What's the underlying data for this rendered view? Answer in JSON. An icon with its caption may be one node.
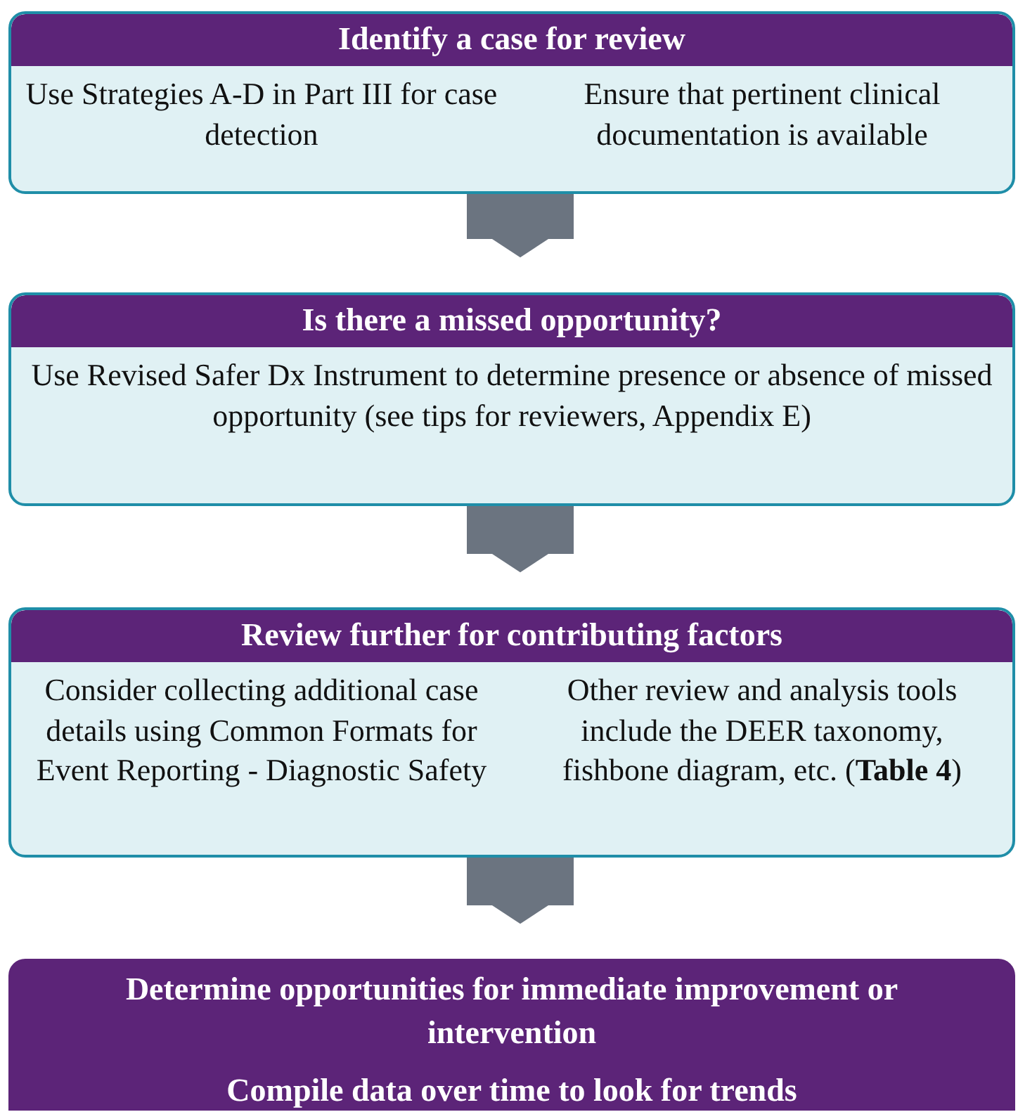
{
  "diagram": {
    "nodes": [
      {
        "text": [
          "Identify a case for review",
          "Use Strategies A-D in Part III for case detection",
          "Ensure that pertinent clinical documentation is available"
        ]
      },
      {
        "text": [
          "Is there a missed opportunity?",
          "Use Revised Safer Dx Instrument to determine presence or absence of missed opportunity (see tips for reviewers, Appendix E)"
        ]
      },
      {
        "text": [
          "Review further for contributing factors",
          "Consider collecting additional case details using Common Formats for Event Reporting - Diagnostic Safety",
          "Other review and analysis tools include the DEER taxonomy, fishbone diagram, etc. (**Table 4**)"
        ]
      },
      {
        "text": [
          "Determine opportunities for immediate improvement or intervention",
          "Compile data over time to look for trends"
        ]
      }
    ],
    "edges": [
      {
        "from": 0,
        "to": 1,
        "arrow": "to"
      },
      {
        "from": 1,
        "to": 2,
        "arrow": "to"
      },
      {
        "from": 2,
        "to": 3,
        "arrow": "to"
      }
    ]
  }
}
